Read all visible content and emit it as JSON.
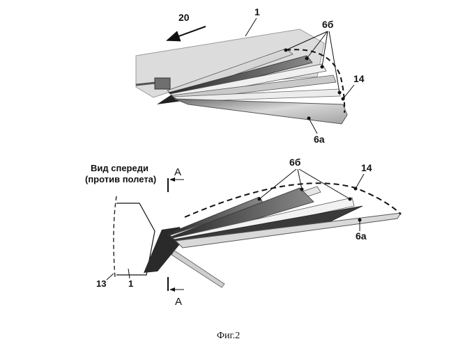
{
  "top_view": {
    "direction_label": "20",
    "body_label": "1",
    "feathers_label": "6б",
    "contour_label": "14",
    "main_feather_label": "6а"
  },
  "front_view": {
    "title_line1": "Вид спереди",
    "title_line2": "(против полета)",
    "section_top_label": "А",
    "section_bottom_label": "А",
    "feathers_label": "6б",
    "contour_label": "14",
    "main_feather_label": "6а",
    "axis_label": "13",
    "body_label": "1"
  },
  "caption": "Фиг.2"
}
